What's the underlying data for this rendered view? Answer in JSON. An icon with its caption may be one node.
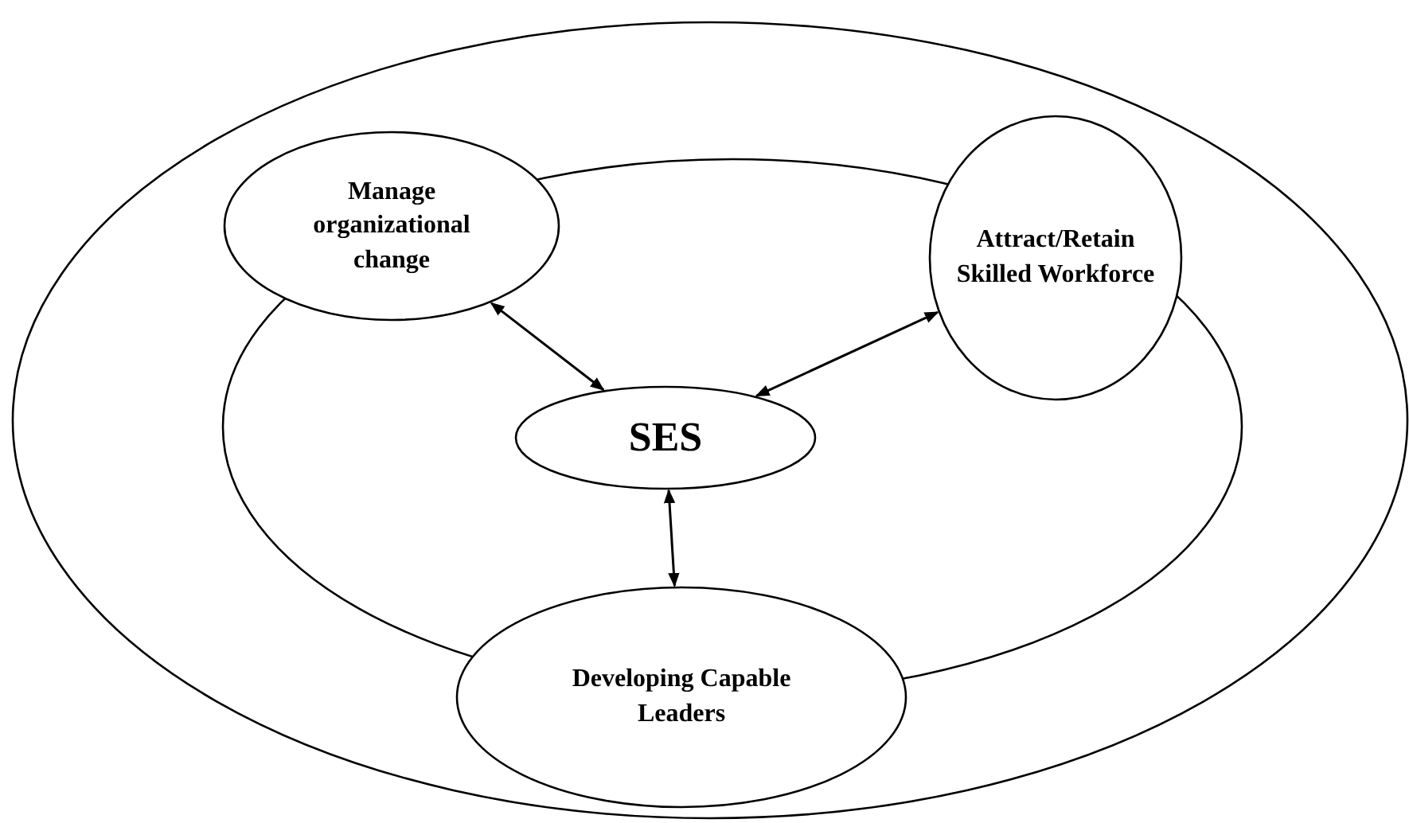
{
  "diagram": {
    "nodes": [
      {
        "text": [
          "Manage organizational change"
        ]
      },
      {
        "text": [
          "Attract/Retain Skilled Workforce"
        ]
      },
      {
        "text": [
          "SES"
        ]
      },
      {
        "text": [
          "Developing Capable Leaders"
        ]
      }
    ],
    "edges": [
      {
        "from": 0,
        "to": 2,
        "arrow": "both"
      },
      {
        "from": 1,
        "to": 2,
        "arrow": "both"
      },
      {
        "from": 2,
        "to": 3,
        "arrow": "both"
      }
    ]
  }
}
